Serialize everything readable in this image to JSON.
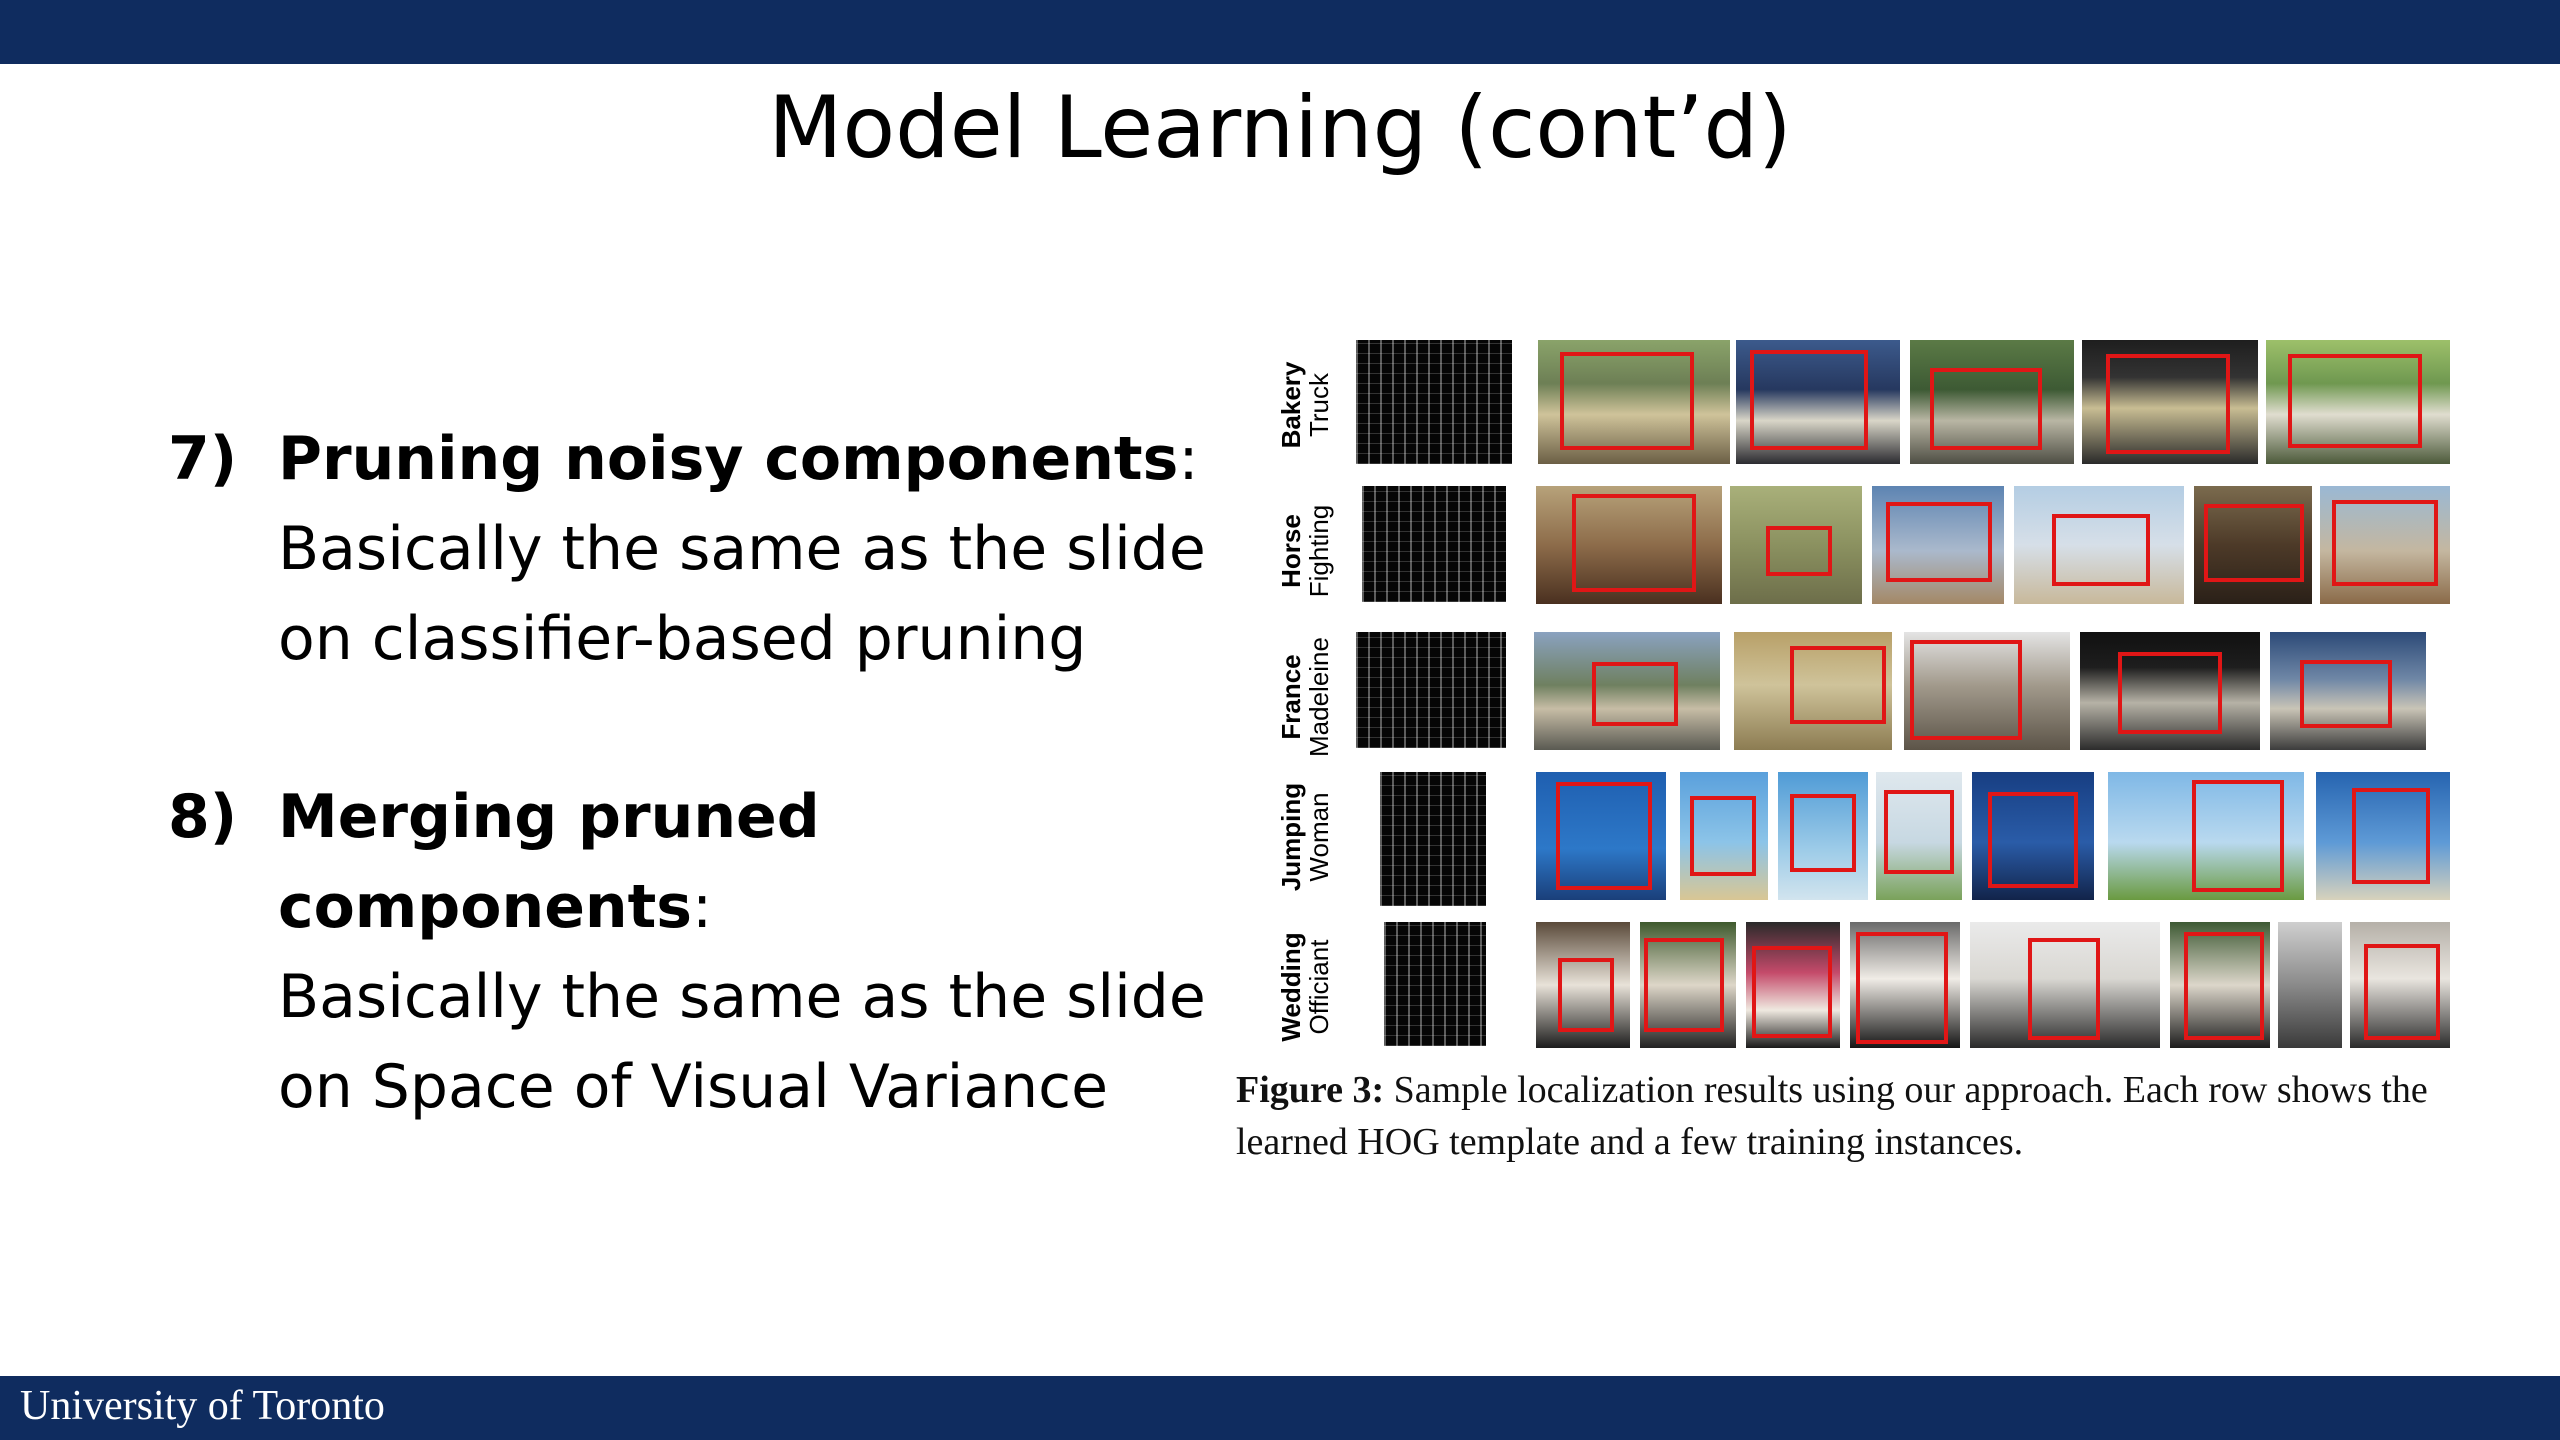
{
  "slide": {
    "title": "Model Learning (cont’d)",
    "footer": "University of Toronto",
    "items": [
      {
        "number": "7)",
        "heading": "Pruning noisy components",
        "colon": ":",
        "line1": "Basically the same as the slide",
        "line2": "on classifier-based pruning"
      },
      {
        "number": "8)",
        "heading": "Merging pruned components",
        "colon": ":",
        "line1": "Basically the same as the slide",
        "line2": "on Space of Visual Variance"
      }
    ]
  },
  "figure": {
    "rows": [
      {
        "label1": "Bakery",
        "label2": "Truck"
      },
      {
        "label1": "Horse",
        "label2": "Fighting"
      },
      {
        "label1": "France",
        "label2": "Madeleine"
      },
      {
        "label1": "Jumping",
        "label2": "Woman"
      },
      {
        "label1": "Wedding",
        "label2": "Officiant"
      }
    ],
    "caption_label": "Figure 3:",
    "caption_text": " Sample localization results using our approach.  Each row shows the learned HOG template and a few training instances."
  },
  "colors": {
    "bar": "#0f2c5f",
    "box": "#e01616"
  }
}
